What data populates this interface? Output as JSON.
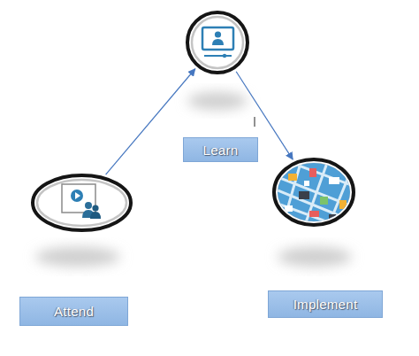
{
  "diagram": {
    "nodes": [
      {
        "text": [
          "Attend"
        ]
      },
      {
        "text": [
          "Learn"
        ]
      },
      {
        "text": [
          "Implement"
        ]
      }
    ],
    "edges": [
      {
        "from": 0,
        "to": 1,
        "arrow": "to"
      },
      {
        "from": 1,
        "to": 2,
        "arrow": "to"
      }
    ]
  }
}
